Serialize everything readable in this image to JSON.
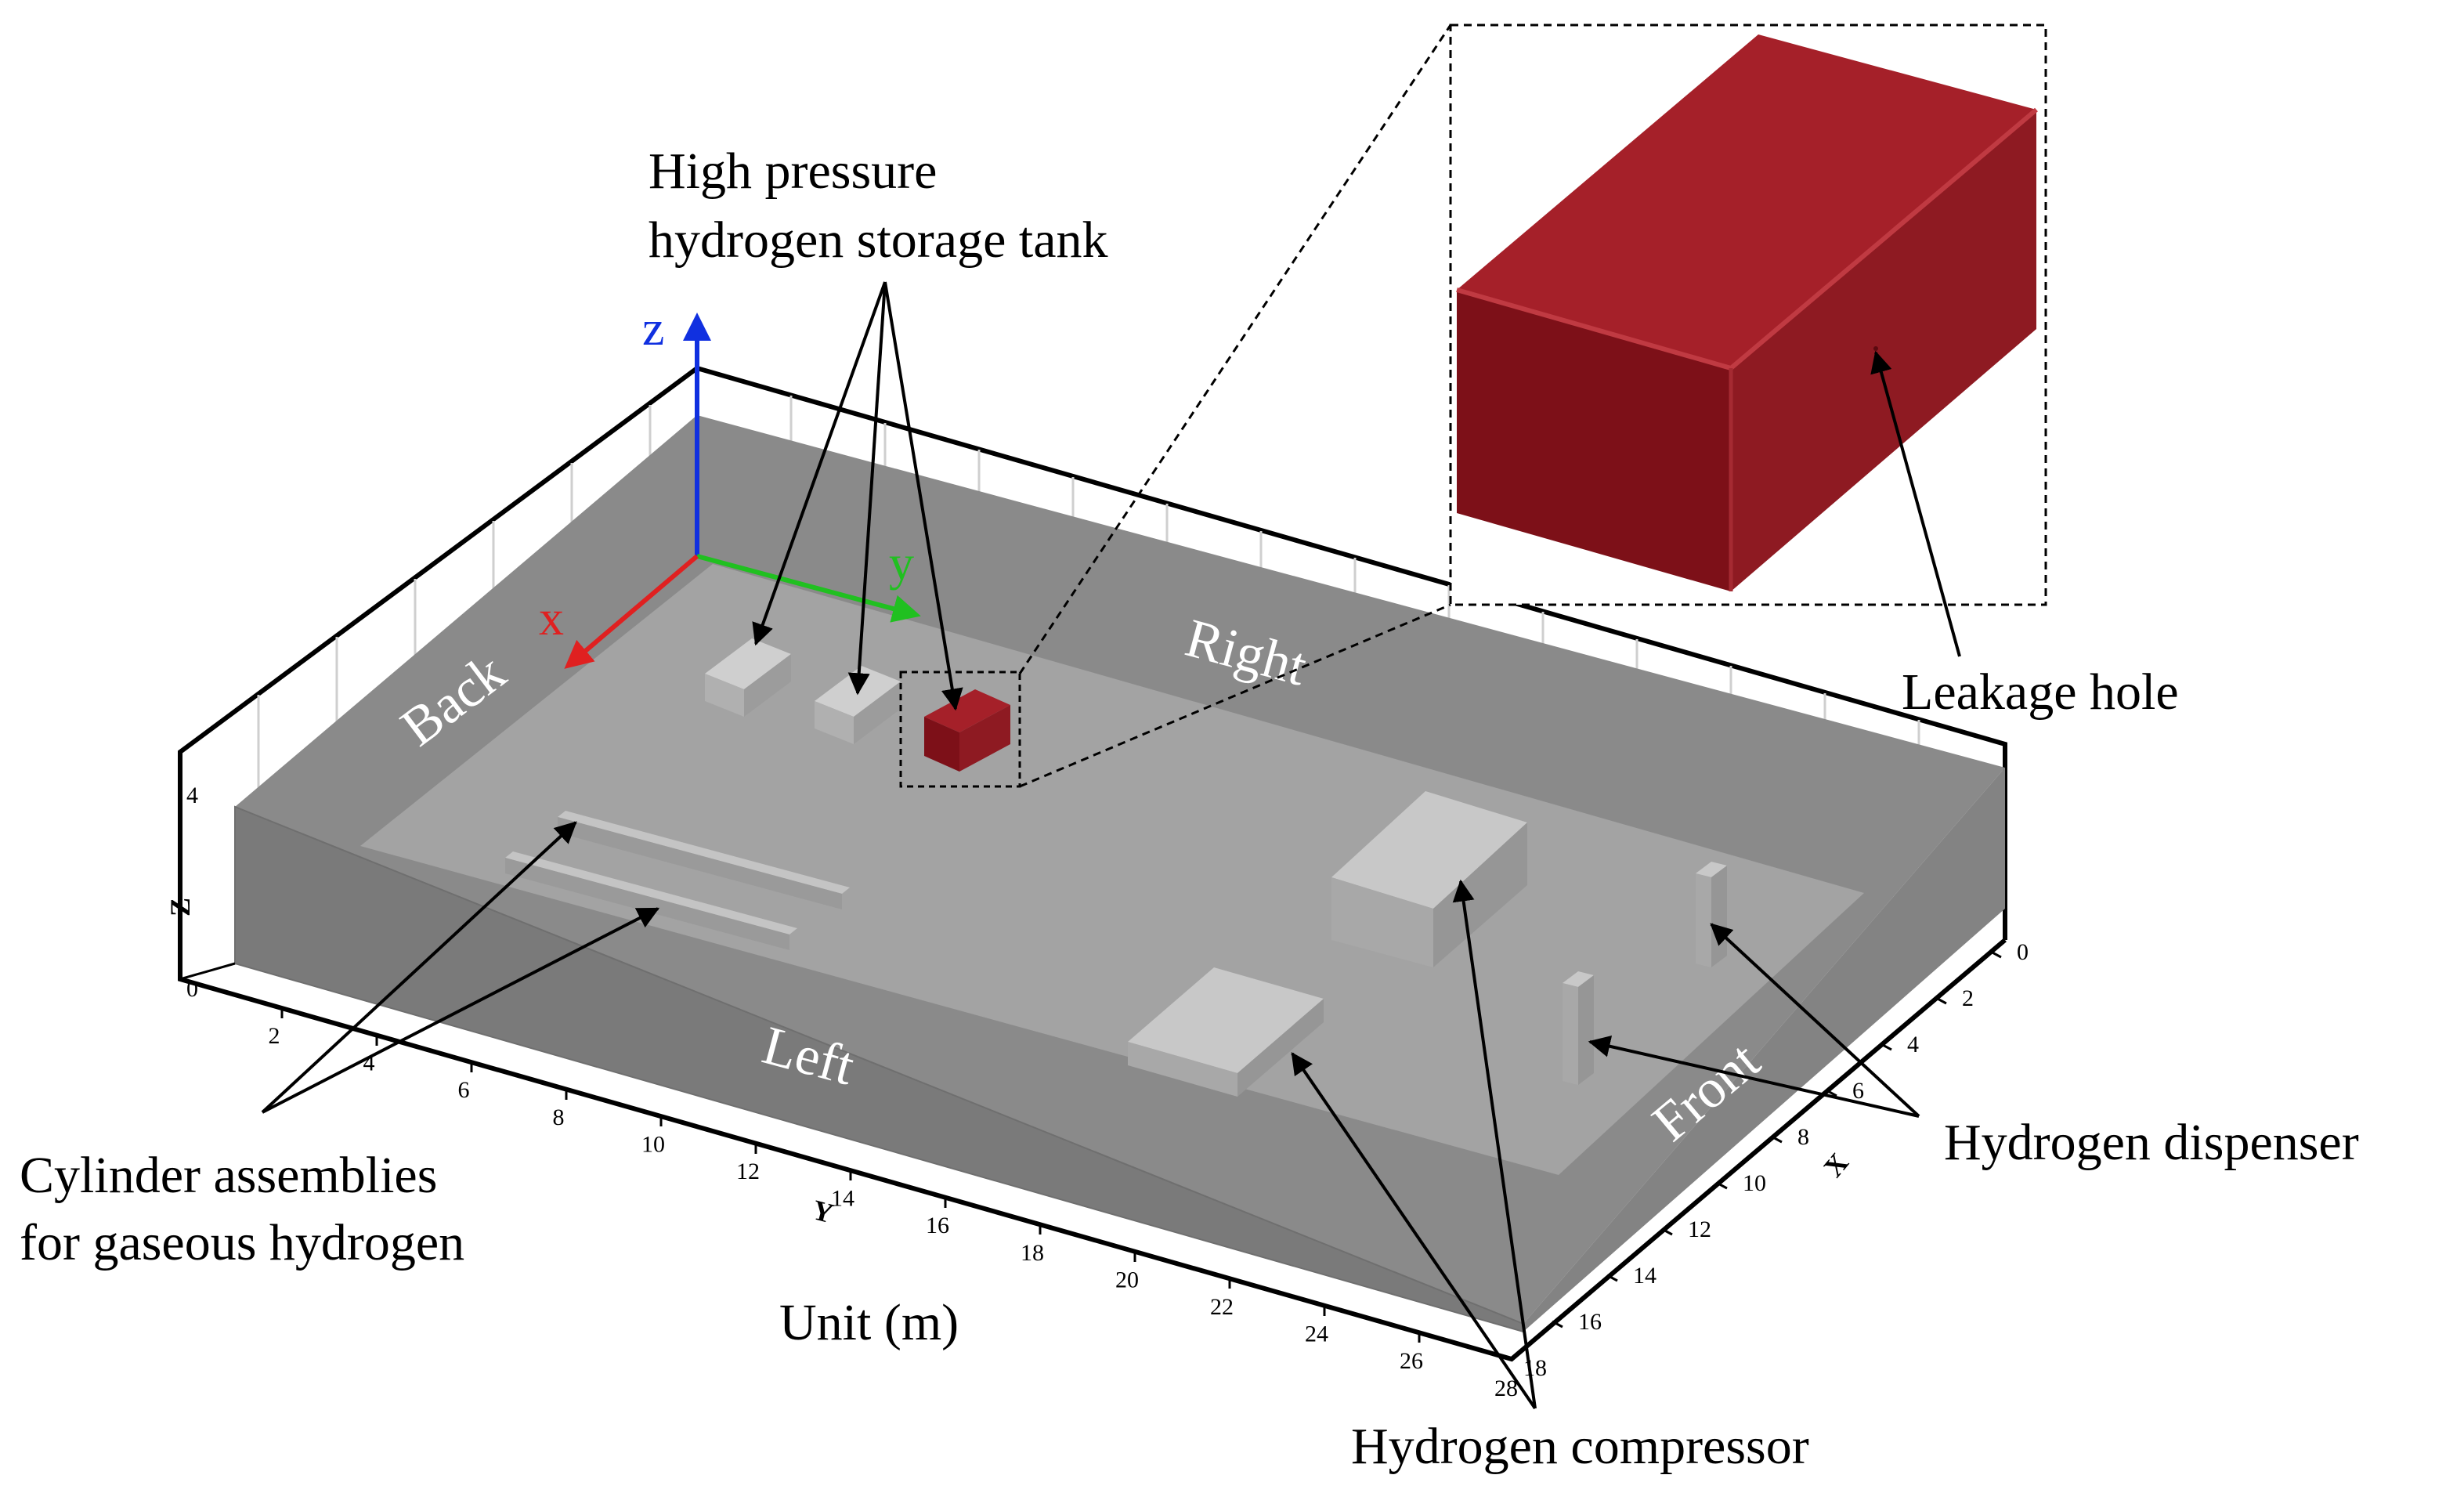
{
  "labels": {
    "storage_tank": [
      "High pressure",
      "hydrogen storage tank"
    ],
    "leakage_hole": "Leakage hole",
    "cylinders": [
      "Cylinder assemblies",
      "for gaseous hydrogen"
    ],
    "unit": "Unit (m)",
    "compressor": "Hydrogen compressor",
    "dispenser": "Hydrogen dispenser"
  },
  "faces": {
    "back": "Back",
    "right": "Right",
    "left": "Left",
    "front": "Front"
  },
  "coord_axes": {
    "x": "x",
    "y": "y",
    "z": "z"
  },
  "axis_titles": {
    "y": "Y",
    "x": "X",
    "z": "Z"
  },
  "y_ticks": [
    "2",
    "4",
    "6",
    "8",
    "10",
    "12",
    "14",
    "16",
    "18",
    "20",
    "22",
    "24",
    "26",
    "28"
  ],
  "x_ticks": [
    "0",
    "2",
    "4",
    "6",
    "8",
    "10",
    "12",
    "14",
    "16",
    "18"
  ],
  "z_ticks": [
    "0",
    "4"
  ],
  "colors": {
    "outer_wall": "#8a8a8a",
    "floor": "#a3a3a3",
    "equipment": "#b4b4b4",
    "tank_red": "#8e1a22",
    "axis_x": "#e02020",
    "axis_y": "#20c020",
    "axis_z": "#1030e0"
  }
}
